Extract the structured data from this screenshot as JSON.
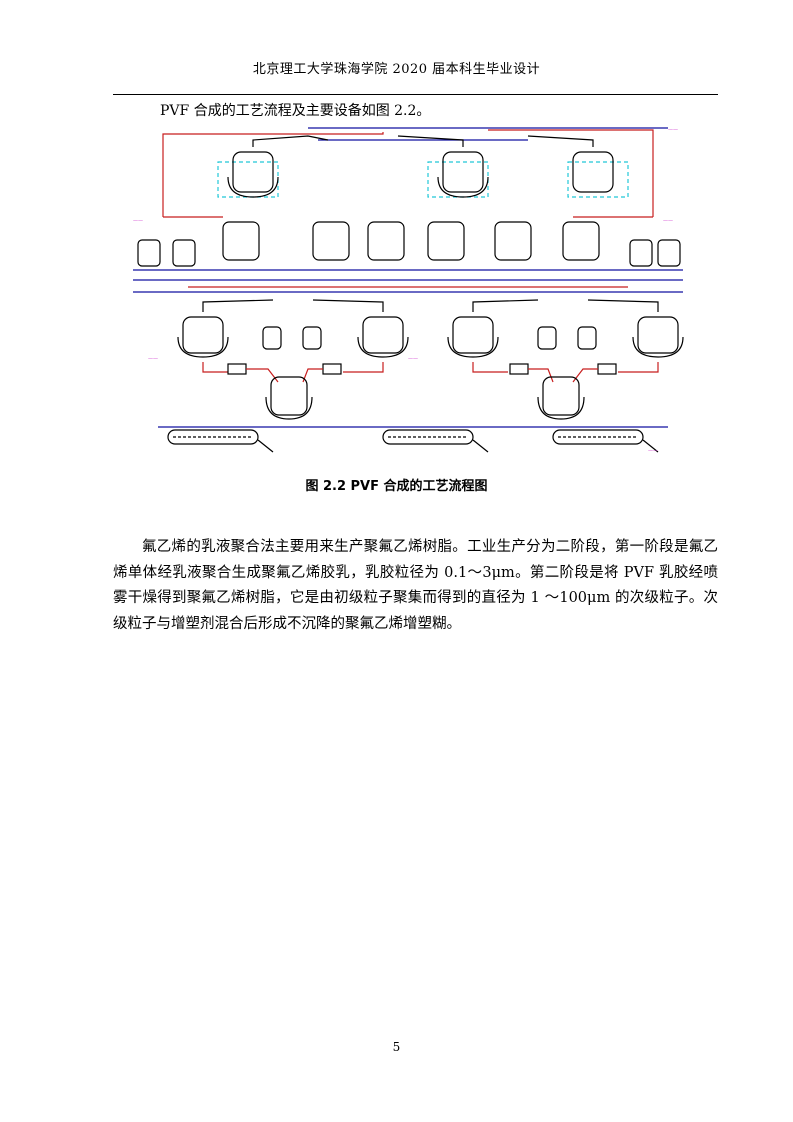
{
  "header": {
    "title": "北京理工大学珠海学院 2020 届本科生毕业设计"
  },
  "intro": {
    "text": "PVF 合成的工艺流程及主要设备如图 2.2。"
  },
  "figure": {
    "caption": "图 2.2 PVF 合成的工艺流程图"
  },
  "body": {
    "paragraph": "氟乙烯的乳液聚合法主要用来生产聚氟乙烯树脂。工业生产分为二阶段，第一阶段是氟乙烯单体经乳液聚合生成聚氟乙烯胶乳，乳胶粒径为 0.1～3μm。第二阶段是将 PVF 乳胶经喷雾干燥得到聚氟乙烯树脂，它是由初级粒子聚集而得到的直径为 1 ～100μm 的次级粒子。次级粒子与增塑剂混合后形成不沉降的聚氟乙烯增塑糊。"
  },
  "footer": {
    "page_number": "5"
  },
  "colors": {
    "pipe_blue": "#1010a0",
    "pipe_red": "#c81e1e",
    "dashed_cyan": "#22c8d8",
    "label_magenta": "#d040d0"
  }
}
